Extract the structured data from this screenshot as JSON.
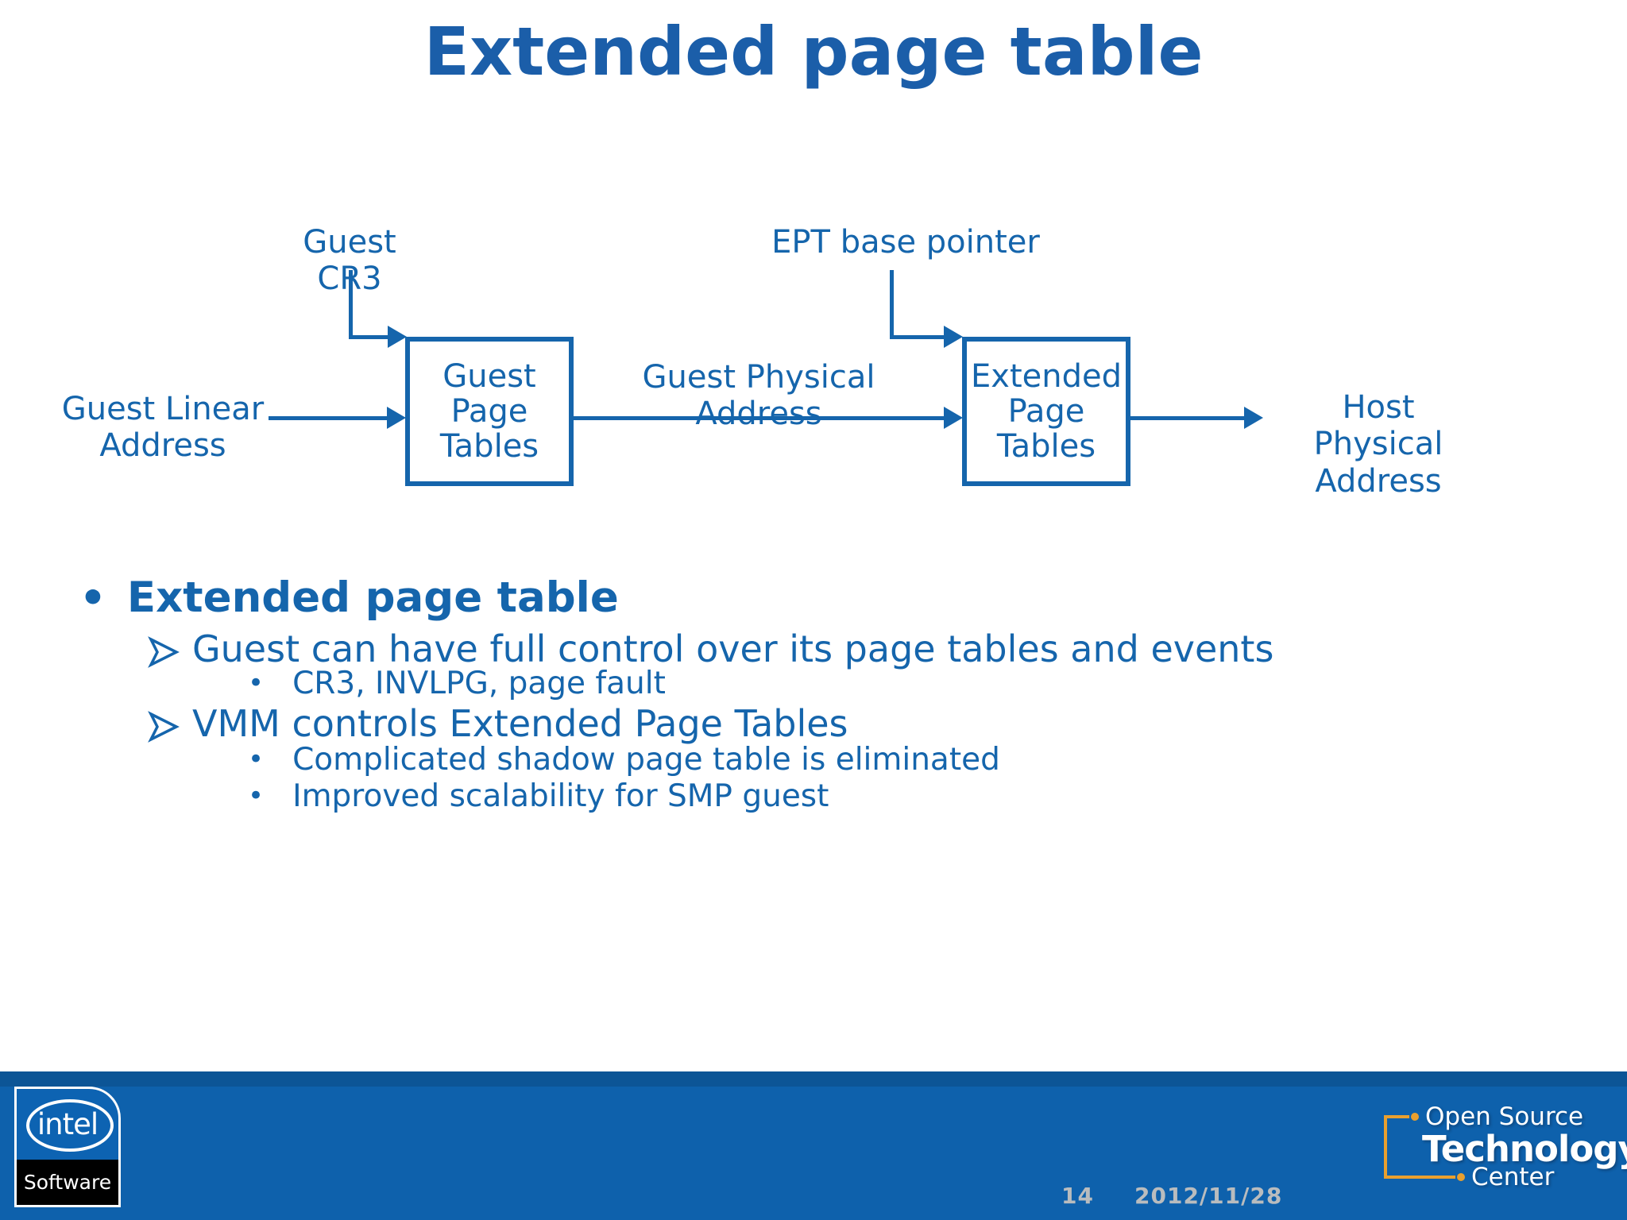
{
  "title": "Extended page table",
  "colors": {
    "accent_blue": "#1565AC",
    "title_blue": "#1B5EA9",
    "footer_bar_blue": "#0E61AC",
    "footer_bar_top_band": "#0C5596",
    "footer_text_gray": "#B9BCBE",
    "ostc_orange": "#E9A02F",
    "intel_logo_black": "#000000"
  },
  "diagram": {
    "guest_cr3_label": "Guest CR3",
    "ept_base_label": "EPT base pointer",
    "guest_linear_label": "Guest Linear\nAddress",
    "guest_page_tables_box": "Guest\nPage\nTables",
    "guest_physical_label": "Guest Physical Address",
    "extended_page_tables_box": "Extended\nPage\nTables",
    "host_physical_label": "Host Physical\nAddress"
  },
  "bullets": {
    "lines": [
      {
        "level": 1,
        "text": "Extended page table"
      },
      {
        "level": 2,
        "text": "Guest can have full control over its page tables and events"
      },
      {
        "level": 3,
        "text": "CR3, INVLPG, page fault"
      },
      {
        "level": 2,
        "text": "VMM controls Extended Page Tables"
      },
      {
        "level": 3,
        "text": "Complicated shadow page table is eliminated"
      },
      {
        "level": 3,
        "text": "Improved scalability for SMP guest"
      }
    ],
    "level1_marker": "•",
    "level3_marker": "•"
  },
  "footer": {
    "page_number": "14",
    "date": "2012/11/28",
    "intel_logo": {
      "brand": "intel",
      "sub_label": "Software"
    },
    "ostc_logo": {
      "line1": "Open Source",
      "line2": "Technology",
      "line3": "Center"
    }
  }
}
